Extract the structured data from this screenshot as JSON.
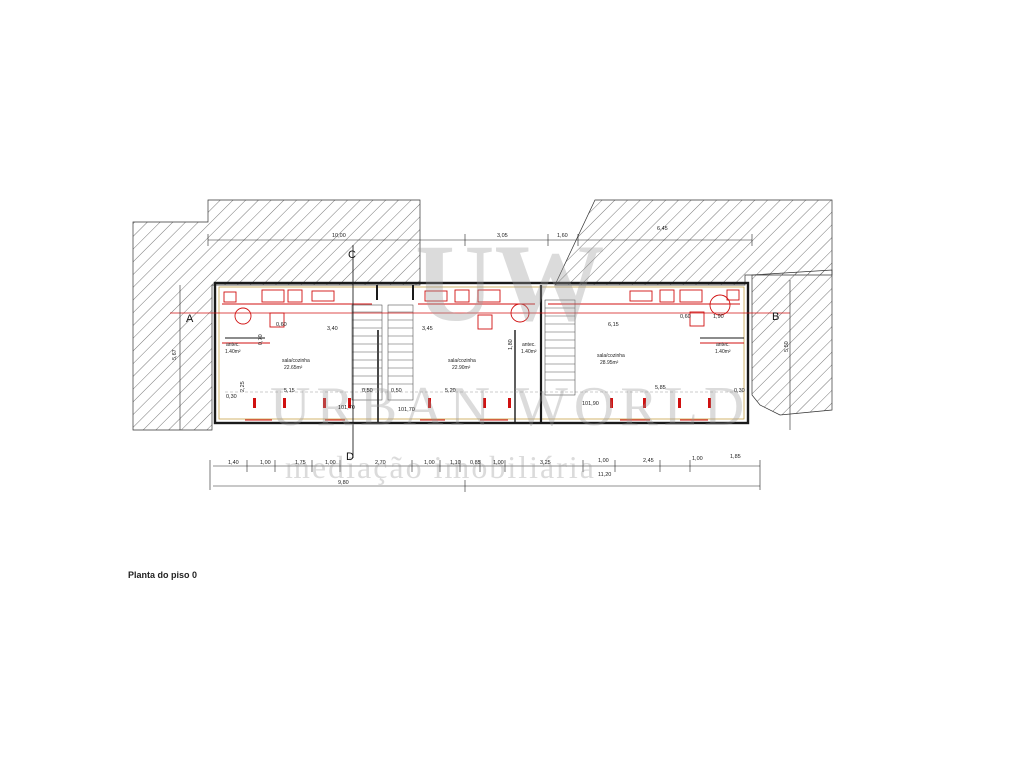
{
  "caption": "Planta do piso 0",
  "watermark": {
    "logo": "UW",
    "brand": "URBAN WORLD",
    "tagline": "mediação imobiliária"
  },
  "section_marks": {
    "a": "A",
    "b": "B",
    "c": "C",
    "d": "D"
  },
  "rooms": [
    {
      "name": "sala/cozinha",
      "area": "22.65m²"
    },
    {
      "name": "sala/cozinha",
      "area": "22.90m²"
    },
    {
      "name": "sala/cozinha",
      "area": "28.95m²"
    },
    {
      "name": "antec.",
      "area": "1.40m²"
    },
    {
      "name": "antec.",
      "area": "1.40m²"
    },
    {
      "name": "antec.",
      "area": "1.40m²"
    }
  ],
  "top_dimensions": [
    "10,00",
    "3,05",
    "1,60",
    "6,45"
  ],
  "side_dimensions": {
    "left": "5,67",
    "right": "5,50"
  },
  "interior_dimensions": [
    "3,40",
    "3,45",
    "6,15",
    "5,15",
    "5,20",
    "5,85",
    "0,50",
    "0,50",
    "0,30",
    "0,30",
    "0,60",
    "0,60",
    "1,90",
    "2,25",
    "0,70",
    "1,80"
  ],
  "bottom_dimensions": [
    "1,40",
    "1,00",
    "1,75",
    "1,00",
    "2,70",
    "1,00",
    "1,10",
    "0,85",
    "1,00",
    "3,25",
    "1,00",
    "2,45",
    "1,00",
    "1,85"
  ],
  "total_dimensions": [
    "9,80",
    "11,20"
  ],
  "levels": [
    "101,70",
    "101,70",
    "101,90"
  ],
  "colors": {
    "wall": "#1a1a1a",
    "annotation": "#d01010",
    "hatch": "#555555",
    "watermark": "#9a9a9a"
  }
}
